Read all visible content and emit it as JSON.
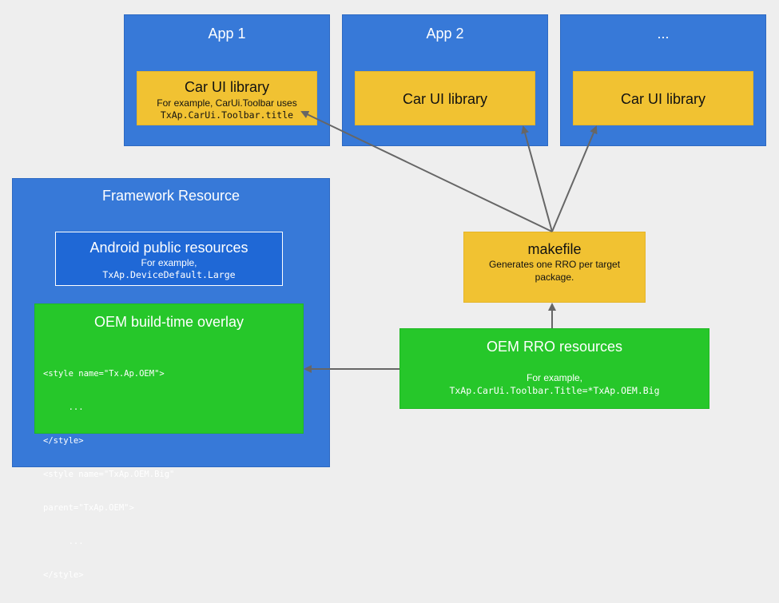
{
  "apps": [
    {
      "title": "App 1",
      "library": {
        "title": "Car UI library",
        "line1": "For example, CarUi.Toolbar uses",
        "line2": "TxAp.CarUi.Toolbar.title"
      }
    },
    {
      "title": "App 2",
      "library": {
        "title": "Car UI library"
      }
    },
    {
      "title": "...",
      "library": {
        "title": "Car UI library"
      }
    }
  ],
  "framework": {
    "title": "Framework Resource",
    "public_resources": {
      "title": "Android public resources",
      "line1": "For example,",
      "line2": "TxAp.DeviceDefault.Large"
    },
    "overlay": {
      "title": "OEM build-time overlay",
      "code": [
        "<style name=\"Tx.Ap.OEM\">",
        "     ...",
        "</style>",
        "<style name=\"TxAp.OEM.Big\"",
        "parent=\"TxAp.OEM\">",
        "     ...",
        "</style>"
      ]
    }
  },
  "makefile": {
    "title": "makefile",
    "line1": "Generates one RRO per target",
    "line2": "package."
  },
  "rro": {
    "title": "OEM RRO resources",
    "line1": "For example,",
    "line2": "TxAp.CarUi.Toolbar.Title=*TxAp.OEM.Big"
  },
  "colors": {
    "blue": "#3779d8",
    "yellow": "#f1c232",
    "green": "#26c72a",
    "arrow": "#666666",
    "background": "#eeeeee"
  }
}
